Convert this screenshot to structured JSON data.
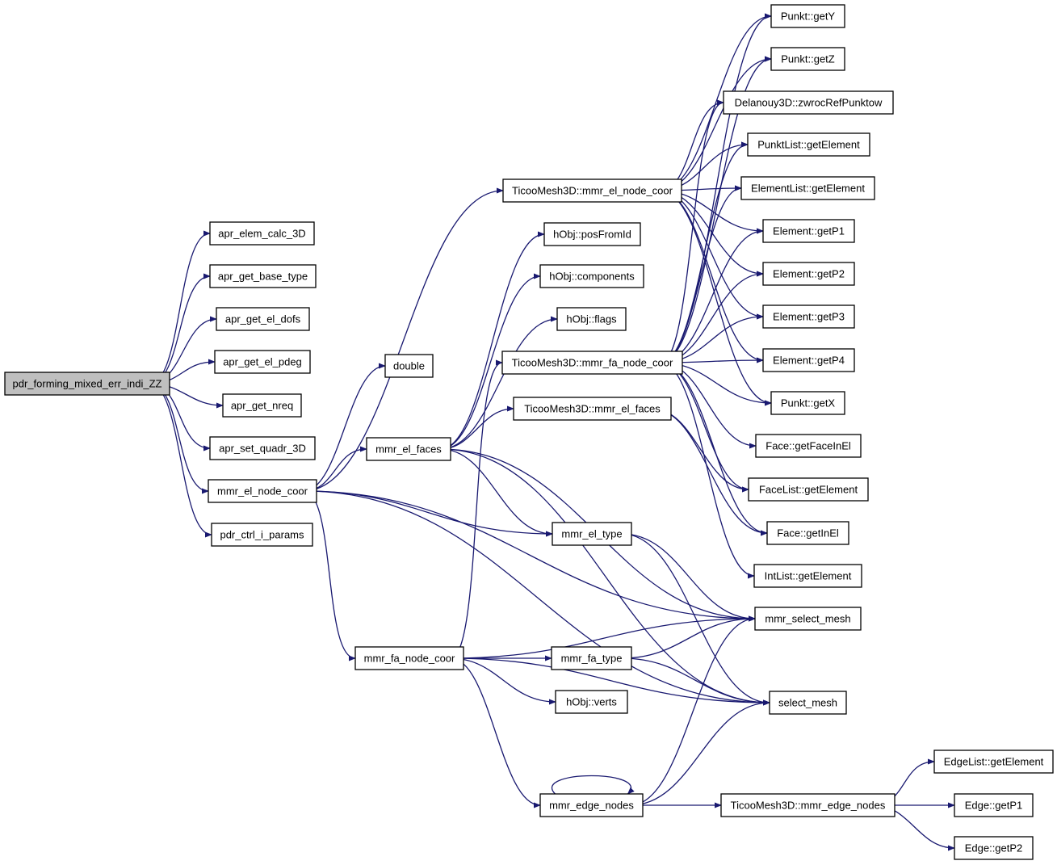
{
  "diagram": {
    "type": "call-graph",
    "edge_color": "#191970",
    "root_fill": "#bfbfbf",
    "nodes": [
      {
        "id": "pdr",
        "label": "pdr_forming_mixed_err_indi_ZZ",
        "root": true
      },
      {
        "id": "apr_elem",
        "label": "apr_elem_calc_3D"
      },
      {
        "id": "apr_base",
        "label": "apr_get_base_type"
      },
      {
        "id": "apr_dofs",
        "label": "apr_get_el_dofs"
      },
      {
        "id": "apr_pdeg",
        "label": "apr_get_el_pdeg"
      },
      {
        "id": "apr_nreq",
        "label": "apr_get_nreq"
      },
      {
        "id": "apr_quadr",
        "label": "apr_set_quadr_3D"
      },
      {
        "id": "mmr_el_node",
        "label": "mmr_el_node_coor"
      },
      {
        "id": "pdr_ctrl",
        "label": "pdr_ctrl_i_params"
      },
      {
        "id": "double",
        "label": "double"
      },
      {
        "id": "mmr_el_faces",
        "label": "mmr_el_faces"
      },
      {
        "id": "mmr_fa_node",
        "label": "mmr_fa_node_coor"
      },
      {
        "id": "t_el_node",
        "label": "TicooMesh3D::mmr_el_node_coor"
      },
      {
        "id": "posfromid",
        "label": "hObj::posFromId"
      },
      {
        "id": "components",
        "label": "hObj::components"
      },
      {
        "id": "flags",
        "label": "hObj::flags"
      },
      {
        "id": "t_fa_node",
        "label": "TicooMesh3D::mmr_fa_node_coor"
      },
      {
        "id": "t_el_faces",
        "label": "TicooMesh3D::mmr_el_faces"
      },
      {
        "id": "mmr_el_type",
        "label": "mmr_el_type"
      },
      {
        "id": "mmr_fa_type",
        "label": "mmr_fa_type"
      },
      {
        "id": "verts",
        "label": "hObj::verts"
      },
      {
        "id": "mmr_edge",
        "label": "mmr_edge_nodes"
      },
      {
        "id": "t_edge",
        "label": "TicooMesh3D::mmr_edge_nodes"
      },
      {
        "id": "gety",
        "label": "Punkt::getY"
      },
      {
        "id": "getz",
        "label": "Punkt::getZ"
      },
      {
        "id": "delanouy",
        "label": "Delanouy3D::zwrocRefPunktow"
      },
      {
        "id": "punktlist",
        "label": "PunktList::getElement"
      },
      {
        "id": "elementlist",
        "label": "ElementList::getElement"
      },
      {
        "id": "getp1",
        "label": "Element::getP1"
      },
      {
        "id": "getp2",
        "label": "Element::getP2"
      },
      {
        "id": "getp3",
        "label": "Element::getP3"
      },
      {
        "id": "getp4",
        "label": "Element::getP4"
      },
      {
        "id": "getx",
        "label": "Punkt::getX"
      },
      {
        "id": "getfaceinel",
        "label": "Face::getFaceInEl"
      },
      {
        "id": "facelist",
        "label": "FaceList::getElement"
      },
      {
        "id": "getinel",
        "label": "Face::getInEl"
      },
      {
        "id": "intlist",
        "label": "IntList::getElement"
      },
      {
        "id": "mmr_select",
        "label": "mmr_select_mesh"
      },
      {
        "id": "select_mesh",
        "label": "select_mesh"
      },
      {
        "id": "edgelist",
        "label": "EdgeList::getElement"
      },
      {
        "id": "edge_p1",
        "label": "Edge::getP1"
      },
      {
        "id": "edge_p2",
        "label": "Edge::getP2"
      }
    ],
    "edges": [
      [
        "pdr",
        "apr_elem"
      ],
      [
        "pdr",
        "apr_base"
      ],
      [
        "pdr",
        "apr_dofs"
      ],
      [
        "pdr",
        "apr_pdeg"
      ],
      [
        "pdr",
        "apr_nreq"
      ],
      [
        "pdr",
        "apr_quadr"
      ],
      [
        "pdr",
        "mmr_el_node"
      ],
      [
        "pdr",
        "pdr_ctrl"
      ],
      [
        "mmr_el_node",
        "double"
      ],
      [
        "mmr_el_node",
        "mmr_el_faces"
      ],
      [
        "mmr_el_node",
        "t_el_node"
      ],
      [
        "mmr_el_node",
        "mmr_el_type"
      ],
      [
        "mmr_el_node",
        "mmr_fa_node"
      ],
      [
        "mmr_el_node",
        "mmr_select"
      ],
      [
        "mmr_el_node",
        "select_mesh"
      ],
      [
        "mmr_el_faces",
        "posfromid"
      ],
      [
        "mmr_el_faces",
        "components"
      ],
      [
        "mmr_el_faces",
        "flags"
      ],
      [
        "mmr_el_faces",
        "t_el_faces"
      ],
      [
        "mmr_el_faces",
        "mmr_el_type"
      ],
      [
        "mmr_el_faces",
        "mmr_select"
      ],
      [
        "mmr_el_faces",
        "select_mesh"
      ],
      [
        "mmr_fa_node",
        "t_fa_node"
      ],
      [
        "mmr_fa_node",
        "mmr_fa_type"
      ],
      [
        "mmr_fa_node",
        "verts"
      ],
      [
        "mmr_fa_node",
        "mmr_edge"
      ],
      [
        "mmr_fa_node",
        "mmr_select"
      ],
      [
        "mmr_fa_node",
        "select_mesh"
      ],
      [
        "mmr_el_type",
        "mmr_select"
      ],
      [
        "mmr_el_type",
        "select_mesh"
      ],
      [
        "mmr_fa_type",
        "mmr_select"
      ],
      [
        "mmr_fa_type",
        "select_mesh"
      ],
      [
        "mmr_edge",
        "mmr_edge"
      ],
      [
        "mmr_edge",
        "t_edge"
      ],
      [
        "mmr_edge",
        "mmr_select"
      ],
      [
        "mmr_edge",
        "select_mesh"
      ],
      [
        "t_edge",
        "edgelist"
      ],
      [
        "t_edge",
        "edge_p1"
      ],
      [
        "t_edge",
        "edge_p2"
      ],
      [
        "t_el_node",
        "gety"
      ],
      [
        "t_el_node",
        "getz"
      ],
      [
        "t_el_node",
        "delanouy"
      ],
      [
        "t_el_node",
        "punktlist"
      ],
      [
        "t_el_node",
        "elementlist"
      ],
      [
        "t_el_node",
        "getp1"
      ],
      [
        "t_el_node",
        "getp2"
      ],
      [
        "t_el_node",
        "getp3"
      ],
      [
        "t_el_node",
        "getp4"
      ],
      [
        "t_el_node",
        "getx"
      ],
      [
        "t_fa_node",
        "gety"
      ],
      [
        "t_fa_node",
        "getz"
      ],
      [
        "t_fa_node",
        "delanouy"
      ],
      [
        "t_fa_node",
        "punktlist"
      ],
      [
        "t_fa_node",
        "elementlist"
      ],
      [
        "t_fa_node",
        "getp1"
      ],
      [
        "t_fa_node",
        "getp2"
      ],
      [
        "t_fa_node",
        "getp3"
      ],
      [
        "t_fa_node",
        "getp4"
      ],
      [
        "t_fa_node",
        "getx"
      ],
      [
        "t_fa_node",
        "getfaceinel"
      ],
      [
        "t_fa_node",
        "facelist"
      ],
      [
        "t_fa_node",
        "getinel"
      ],
      [
        "t_fa_node",
        "intlist"
      ],
      [
        "t_el_faces",
        "facelist"
      ],
      [
        "t_el_faces",
        "getinel"
      ]
    ]
  }
}
